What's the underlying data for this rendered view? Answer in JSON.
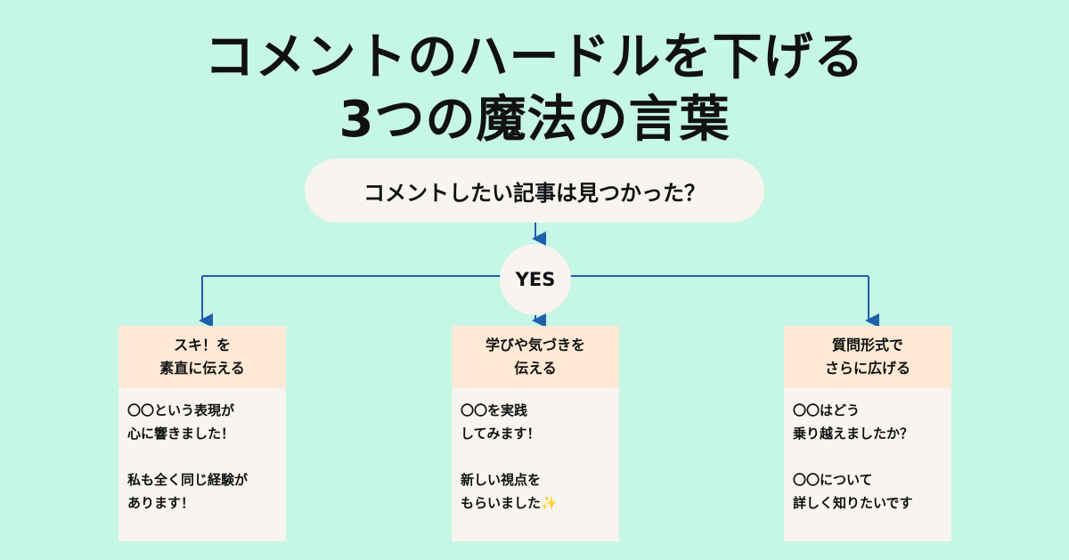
{
  "title": {
    "line1": "コメントのハードルを下げる",
    "line2": "3つの魔法の言葉"
  },
  "question": "コメントしたい記事は見つかった？",
  "decision": "YES",
  "cards": [
    {
      "header_line1": "スキ！を",
      "header_line2": "素直に伝える",
      "p1_line1": "〇〇という表現が",
      "p1_line2": "心に響きました！",
      "p2_line1": "私も全く同じ経験が",
      "p2_line2": "あります！"
    },
    {
      "header_line1": "学びや気づきを",
      "header_line2": "伝える",
      "p1_line1": "〇〇を実践",
      "p1_line2": "してみます！",
      "p2_line1": "新しい視点を",
      "p2_line2": "もらいました",
      "p2_icon": "✨"
    },
    {
      "header_line1": "質問形式で",
      "header_line2": "さらに広げる",
      "p1_line1": "〇〇はどう",
      "p1_line2": "乗り越えましたか？",
      "p2_line1": "〇〇について",
      "p2_line2": "詳しく知りたいです"
    }
  ],
  "colors": {
    "background": "#c6f6e6",
    "connector": "#1f5fae",
    "box": "#f8f4ef",
    "card_header": "#fde9d6"
  }
}
